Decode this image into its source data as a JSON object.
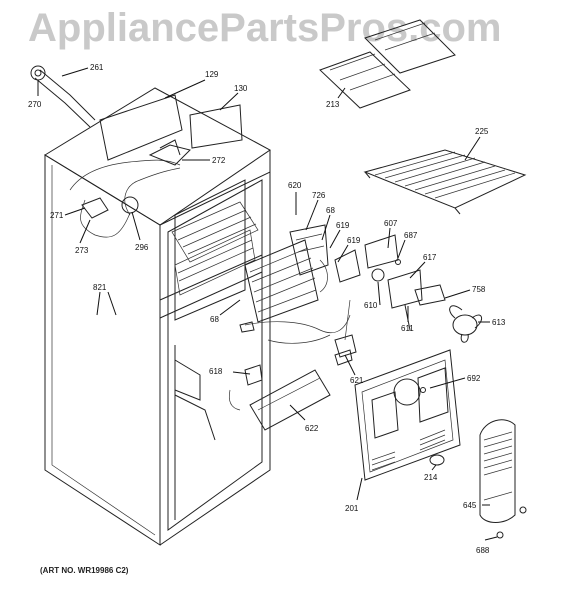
{
  "watermark": "AppliancePartsPros.com",
  "art_number": "(ART NO. WR19986 C2)",
  "callouts": [
    {
      "id": "261",
      "label": "261"
    },
    {
      "id": "270",
      "label": "270"
    },
    {
      "id": "129",
      "label": "129"
    },
    {
      "id": "130",
      "label": "130"
    },
    {
      "id": "213",
      "label": "213"
    },
    {
      "id": "225",
      "label": "225"
    },
    {
      "id": "272",
      "label": "272"
    },
    {
      "id": "271",
      "label": "271"
    },
    {
      "id": "273",
      "label": "273"
    },
    {
      "id": "296",
      "label": "296"
    },
    {
      "id": "620",
      "label": "620"
    },
    {
      "id": "726",
      "label": "726"
    },
    {
      "id": "68a",
      "label": "68"
    },
    {
      "id": "619a",
      "label": "619"
    },
    {
      "id": "619b",
      "label": "619"
    },
    {
      "id": "607",
      "label": "607"
    },
    {
      "id": "687",
      "label": "687"
    },
    {
      "id": "617",
      "label": "617"
    },
    {
      "id": "610",
      "label": "610"
    },
    {
      "id": "611",
      "label": "611"
    },
    {
      "id": "758",
      "label": "758"
    },
    {
      "id": "613",
      "label": "613"
    },
    {
      "id": "821",
      "label": "821"
    },
    {
      "id": "68b",
      "label": "68"
    },
    {
      "id": "618",
      "label": "618"
    },
    {
      "id": "621",
      "label": "621"
    },
    {
      "id": "692",
      "label": "692"
    },
    {
      "id": "622",
      "label": "622"
    },
    {
      "id": "214",
      "label": "214"
    },
    {
      "id": "201",
      "label": "201"
    },
    {
      "id": "645",
      "label": "645"
    },
    {
      "id": "688",
      "label": "688"
    }
  ]
}
